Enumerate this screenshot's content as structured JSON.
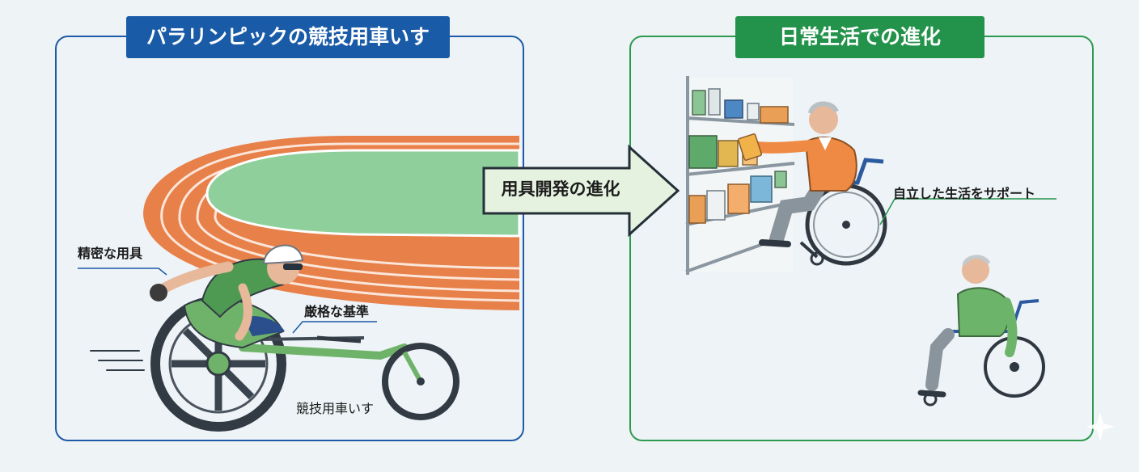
{
  "left_panel": {
    "title": "パラリンピックの競技用車いす",
    "labels": {
      "precise_equipment": "精密な用具",
      "strict_standards": "厳格な基準",
      "racing_wheelchair": "競技用車いす"
    }
  },
  "arrow": {
    "label": "用具開発の進化"
  },
  "right_panel": {
    "title": "日常生活での進化",
    "labels": {
      "support": "自立した生活をサポート"
    }
  },
  "colors": {
    "left_accent": "#1a5ba8",
    "right_accent": "#23924a",
    "track_orange": "#e8804a",
    "field_green": "#8fcf9c",
    "wheelchair_green": "#6fb36a",
    "shirt_orange": "#ee8a43",
    "shirt_green": "#6cb46a"
  }
}
